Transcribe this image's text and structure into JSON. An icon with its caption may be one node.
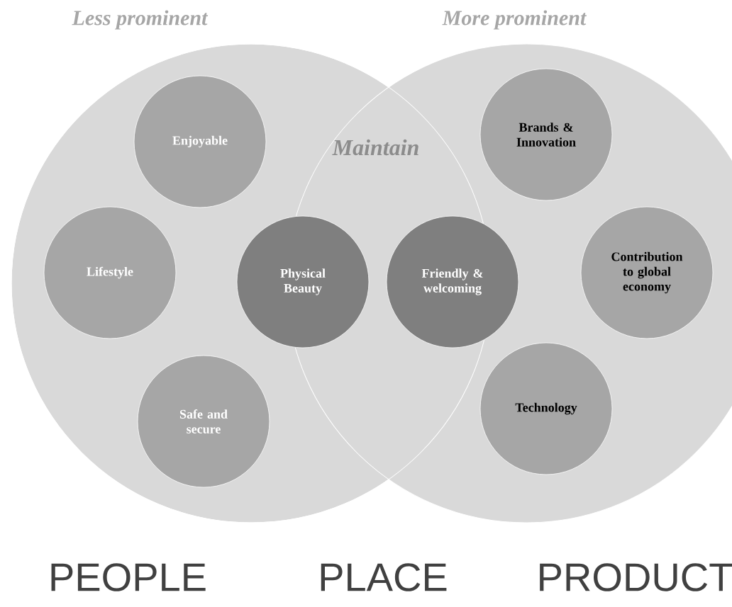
{
  "diagram": {
    "nodes": [
      {
        "text": [
          "Less prominent"
        ]
      },
      {
        "text": [
          "More prominent"
        ]
      },
      {
        "text": [
          "Enjoyable"
        ],
        "in": 0
      },
      {
        "text": [
          "Lifestyle"
        ],
        "in": 0
      },
      {
        "text": [
          "Safe and secure"
        ],
        "in": 0
      },
      {
        "text": [
          "Physical Beauty"
        ],
        "in": 0
      },
      {
        "text": [
          "Friendly & welcoming"
        ],
        "in": 1
      },
      {
        "text": [
          "Brands & Innovation"
        ],
        "in": 1
      },
      {
        "text": [
          "Contribution to global economy"
        ],
        "in": 1
      },
      {
        "text": [
          "Technology"
        ],
        "in": 1
      }
    ],
    "labels": [
      "Maintain",
      "PEOPLE",
      "PLACE",
      "PRODUCT"
    ]
  }
}
